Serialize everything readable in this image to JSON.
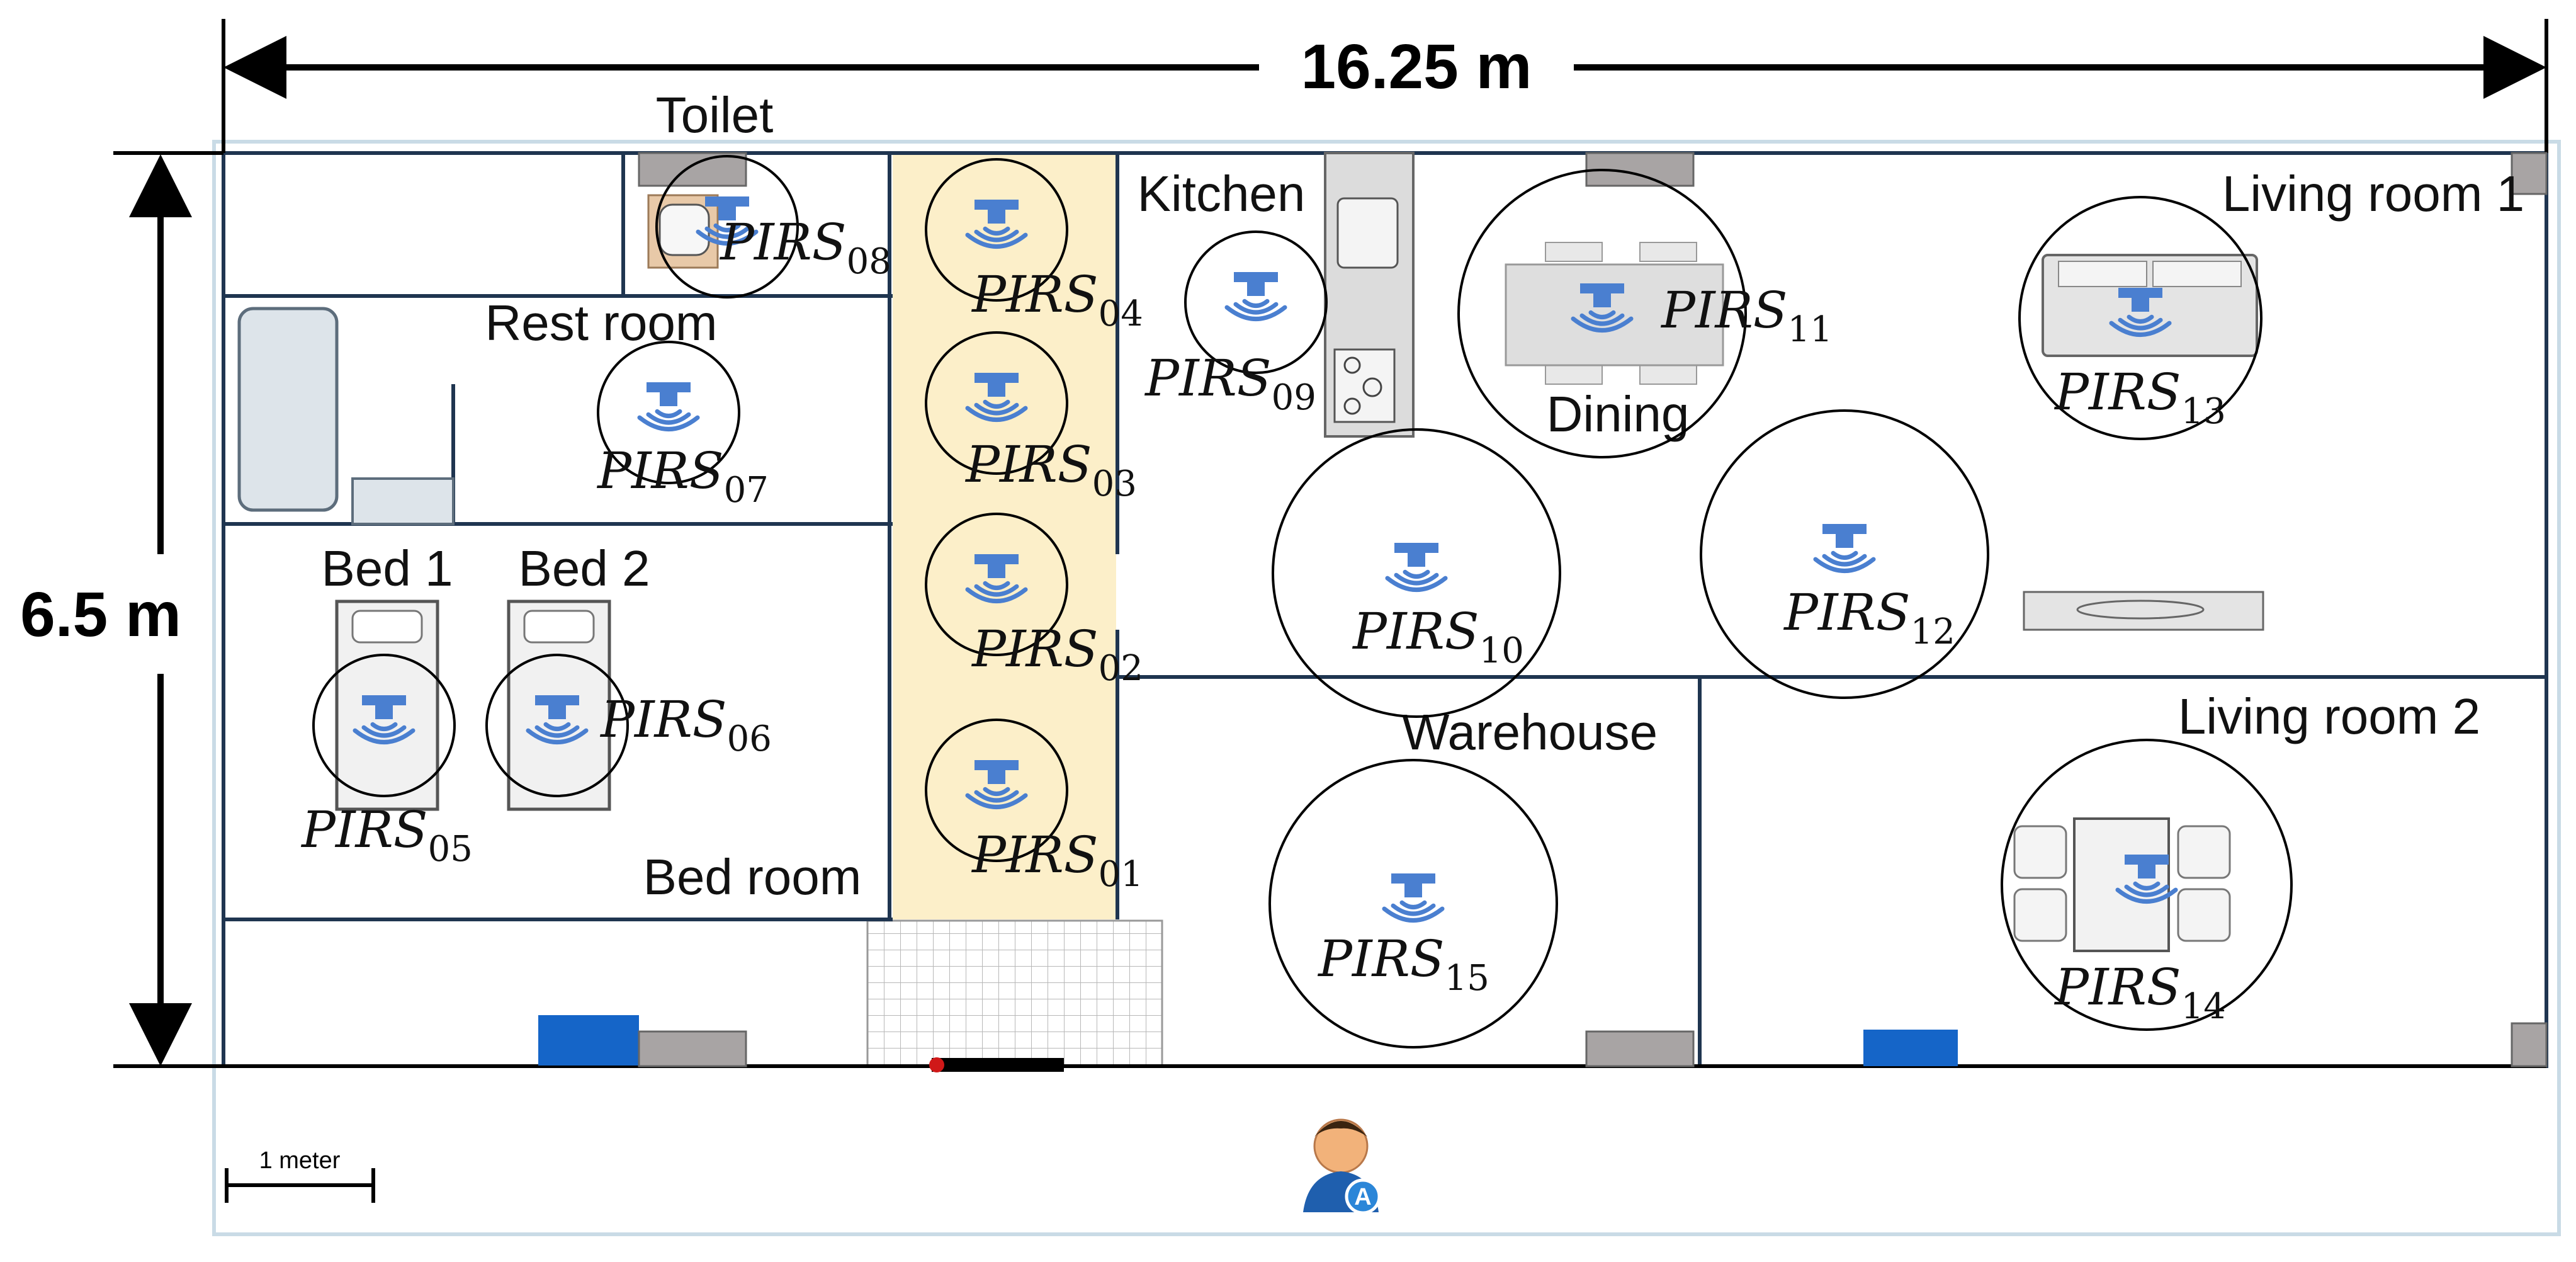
{
  "dimensions": {
    "width_label": "16.25 m",
    "height_label": "6.5 m",
    "scale_label": "1 meter"
  },
  "rooms": {
    "toilet": "Toilet",
    "rest_room": "Rest room",
    "bed_room": "Bed room",
    "bed1": "Bed 1",
    "bed2": "Bed 2",
    "kitchen": "Kitchen",
    "dining": "Dining",
    "living_room_1": "Living room 1",
    "living_room_2": "Living room 2",
    "warehouse": "Warehouse"
  },
  "sensors": [
    {
      "base": "PIRS",
      "sub": "01"
    },
    {
      "base": "PIRS",
      "sub": "02"
    },
    {
      "base": "PIRS",
      "sub": "03"
    },
    {
      "base": "PIRS",
      "sub": "04"
    },
    {
      "base": "PIRS",
      "sub": "05"
    },
    {
      "base": "PIRS",
      "sub": "06"
    },
    {
      "base": "PIRS",
      "sub": "07"
    },
    {
      "base": "PIRS",
      "sub": "08"
    },
    {
      "base": "PIRS",
      "sub": "09"
    },
    {
      "base": "PIRS",
      "sub": "10"
    },
    {
      "base": "PIRS",
      "sub": "11"
    },
    {
      "base": "PIRS",
      "sub": "12"
    },
    {
      "base": "PIRS",
      "sub": "13"
    },
    {
      "base": "PIRS",
      "sub": "14"
    },
    {
      "base": "PIRS",
      "sub": "15"
    }
  ],
  "avatar": {
    "badge": "A"
  },
  "colors": {
    "sensor": "#4a7fd0",
    "corridor": "#fcefc9",
    "wall": "#1f3550",
    "furniture_blue": "#1565c8",
    "furniture_gray": "#a8a4a4"
  }
}
